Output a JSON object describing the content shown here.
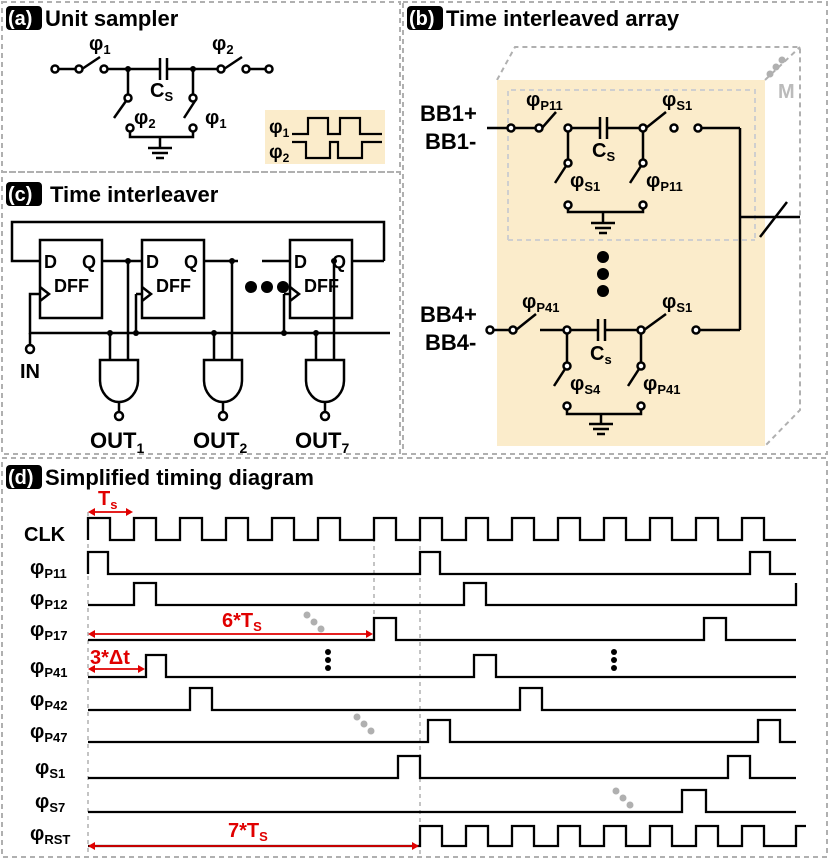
{
  "colors": {
    "highlight": "#fbeccb",
    "annotation_red": "#e00000",
    "frame_dashed": "#b0b0b0",
    "ellipsis_gray": "#b0b0b0"
  },
  "panel_a": {
    "tag": "(a)",
    "title": "Unit sampler",
    "phi": "φ",
    "phi1_sub": "1",
    "phi2_sub": "2",
    "cap": "C",
    "cap_sub": "S"
  },
  "panel_b": {
    "tag": "(b)",
    "title": "Time interleaved array",
    "in1_plus": "BB1+",
    "in1_minus": "BB1-",
    "in4_plus": "BB4+",
    "in4_minus": "BB4-",
    "phi": "φ",
    "p11": "P11",
    "s1": "S1",
    "p41": "P41",
    "s4": "S4",
    "cap": "C",
    "cap_sub_top": "S",
    "cap_sub_bottom": "s",
    "depth": "M"
  },
  "panel_c": {
    "tag": "(c)",
    "title": "Time interleaver",
    "d": "D",
    "q": "Q",
    "dff": "DFF",
    "input": "IN",
    "out": "OUT",
    "out_subs": [
      "1",
      "2",
      "7"
    ]
  },
  "panel_d": {
    "tag": "(d)",
    "title": "Simplified timing diagram",
    "period": "T",
    "period_sub": "s",
    "clk": "CLK",
    "phi": "φ",
    "signal_subs": [
      "P11",
      "P12",
      "P17",
      "P41",
      "P42",
      "P47",
      "S1",
      "S7",
      "RST"
    ],
    "ann_six": "6*T",
    "ann_six_sub": "S",
    "ann_delta": "3*Δt",
    "ann_seven": "7*T",
    "ann_seven_sub": "S"
  }
}
